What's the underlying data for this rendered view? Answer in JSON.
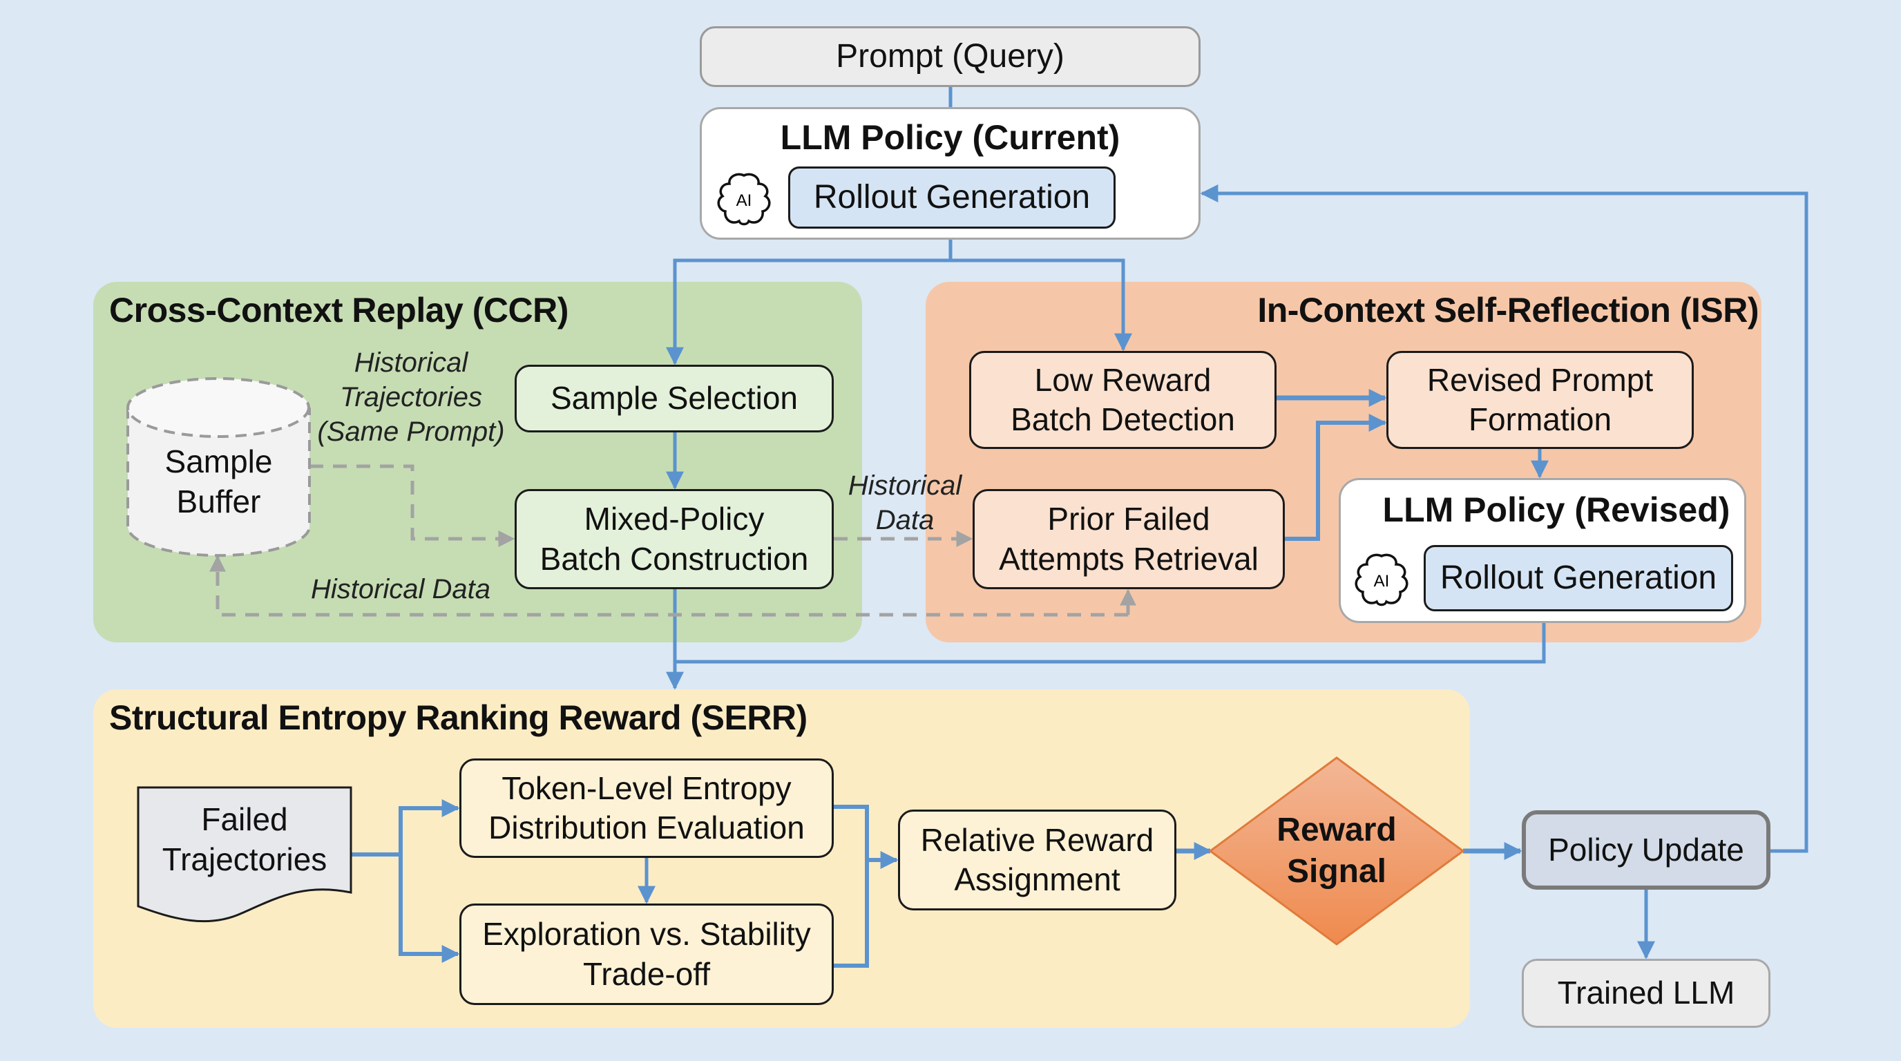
{
  "top": {
    "prompt": "Prompt (Query)",
    "policy_current_title": "LLM Policy (Current)",
    "policy_current_rollout": "Rollout Generation",
    "ai_icon_text": "AI"
  },
  "ccr": {
    "title": "Cross-Context Replay (CCR)",
    "buffer": "Sample\nBuffer",
    "sample_selection": "Sample Selection",
    "mixed_policy": "Mixed-Policy\nBatch Construction",
    "label_traj": "Historical\nTrajectories\n(Same Prompt)",
    "label_hist_data": "Historical Data",
    "label_hist_data_right": "Historical\nData"
  },
  "isr": {
    "title": "In-Context Self-Reflection (ISR)",
    "low_reward": "Low Reward\nBatch Detection",
    "revised_prompt": "Revised Prompt\nFormation",
    "prior_failed": "Prior Failed\nAttempts Retrieval",
    "policy_revised_title": "LLM Policy (Revised)",
    "policy_revised_rollout": "Rollout Generation",
    "ai_icon_text": "AI"
  },
  "serr": {
    "title": "Structural Entropy Ranking Reward (SERR)",
    "failed_traj": "Failed\nTrajectories",
    "token_level": "Token-Level Entropy\nDistribution Evaluation",
    "exploration": "Exploration vs. Stability\nTrade-off",
    "relative_reward": "Relative Reward\nAssignment",
    "reward_signal": "Reward\nSignal"
  },
  "output": {
    "policy_update": "Policy Update",
    "trained_llm": "Trained LLM"
  },
  "colors": {
    "background": "#dce8f4",
    "ccr_panel": "#c6ddb4",
    "isr_panel": "#f5c7a8",
    "serr_panel": "#fcecc4",
    "arrow_blue": "#5b93cf",
    "dashed_gray": "#a3a3a3",
    "diamond_orange": "#f0955f"
  }
}
